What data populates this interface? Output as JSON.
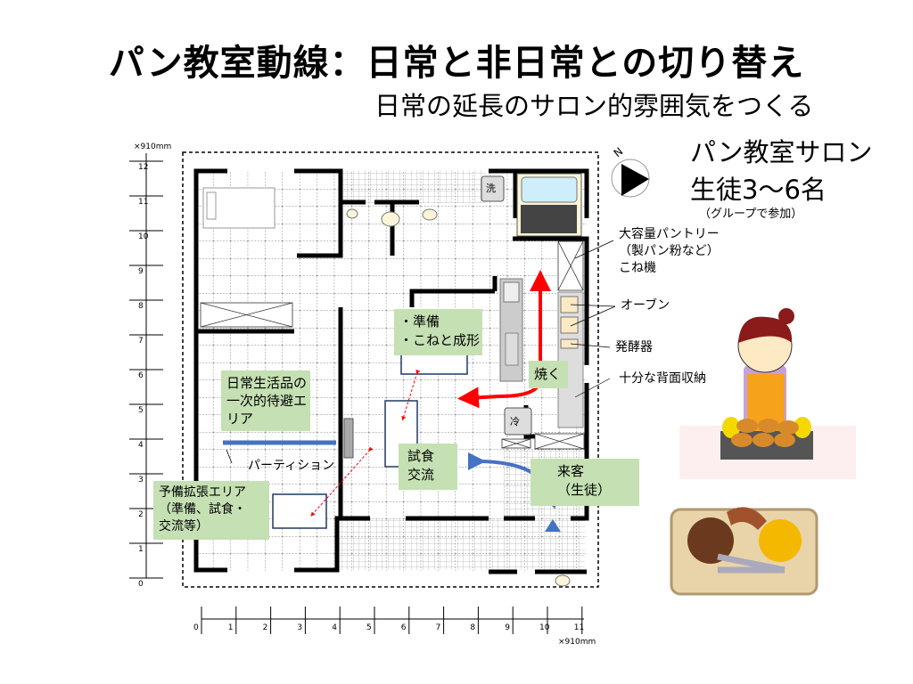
{
  "title": "パン教室動線：日常と非日常との切り替え",
  "subtitle": "日常の延長のサロン的雰囲気をつくる",
  "salon": {
    "line1": "パン教室サロン",
    "line2": "生徒3～6名",
    "line3": "（グループで参加）"
  },
  "compass": {
    "label": "N"
  },
  "ruler": {
    "unit_vertical": "×910mm",
    "unit_horizontal": "×910mm",
    "vertical_ticks": [
      "12",
      "11",
      "10",
      "9",
      "8",
      "7",
      "6",
      "5",
      "4",
      "3",
      "2",
      "1",
      "0"
    ],
    "horizontal_ticks": [
      "0",
      "1",
      "2",
      "3",
      "4",
      "5",
      "6",
      "7",
      "8",
      "9",
      "10",
      "11"
    ]
  },
  "fixtures": {
    "washer": "洗",
    "fridge": "冷"
  },
  "zones": {
    "prep": [
      "・準備",
      "・こねと成形"
    ],
    "bake": "焼く",
    "daily": [
      "日常生活品の",
      "一次的待避エ",
      "リア"
    ],
    "tasting": [
      "試食",
      "交流"
    ],
    "guest": [
      "来客",
      "（生徒）"
    ],
    "reserve": [
      "予備拡張エリア",
      "（準備、試食・",
      "交流等）"
    ],
    "partition": "パーティション"
  },
  "callouts": {
    "pantry": [
      "大容量パントリー",
      "（製パン粉など）",
      "こね機"
    ],
    "oven": "オーブン",
    "proofer": "発酵器",
    "storage": "十分な背面収納"
  },
  "colors": {
    "zone": "#c5e0b3",
    "flow_red": "#ff0000",
    "flow_blue": "#4472c4",
    "partition": "#4472c4"
  }
}
